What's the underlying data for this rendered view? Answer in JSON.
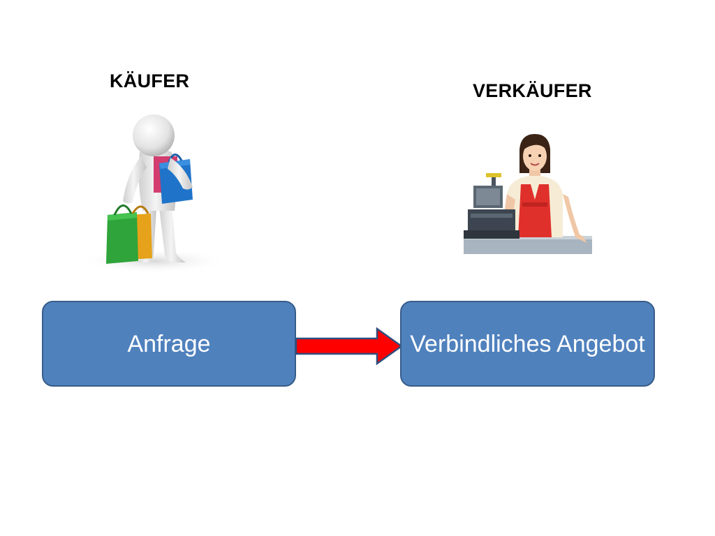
{
  "buyer": {
    "label": "KÄUFER",
    "icon": "shopper-with-bags-icon"
  },
  "seller": {
    "label": "VERKÄUFER",
    "icon": "cashier-at-register-icon"
  },
  "flow": {
    "from_label": "Anfrage",
    "to_label": "Verbindliches Angebot",
    "arrow_icon": "right-arrow-icon"
  },
  "colors": {
    "box_fill": "#4f81bd",
    "box_border": "#385d8a",
    "arrow_fill": "#ff0000",
    "arrow_border": "#2f4f7f",
    "text": "#ffffff"
  }
}
